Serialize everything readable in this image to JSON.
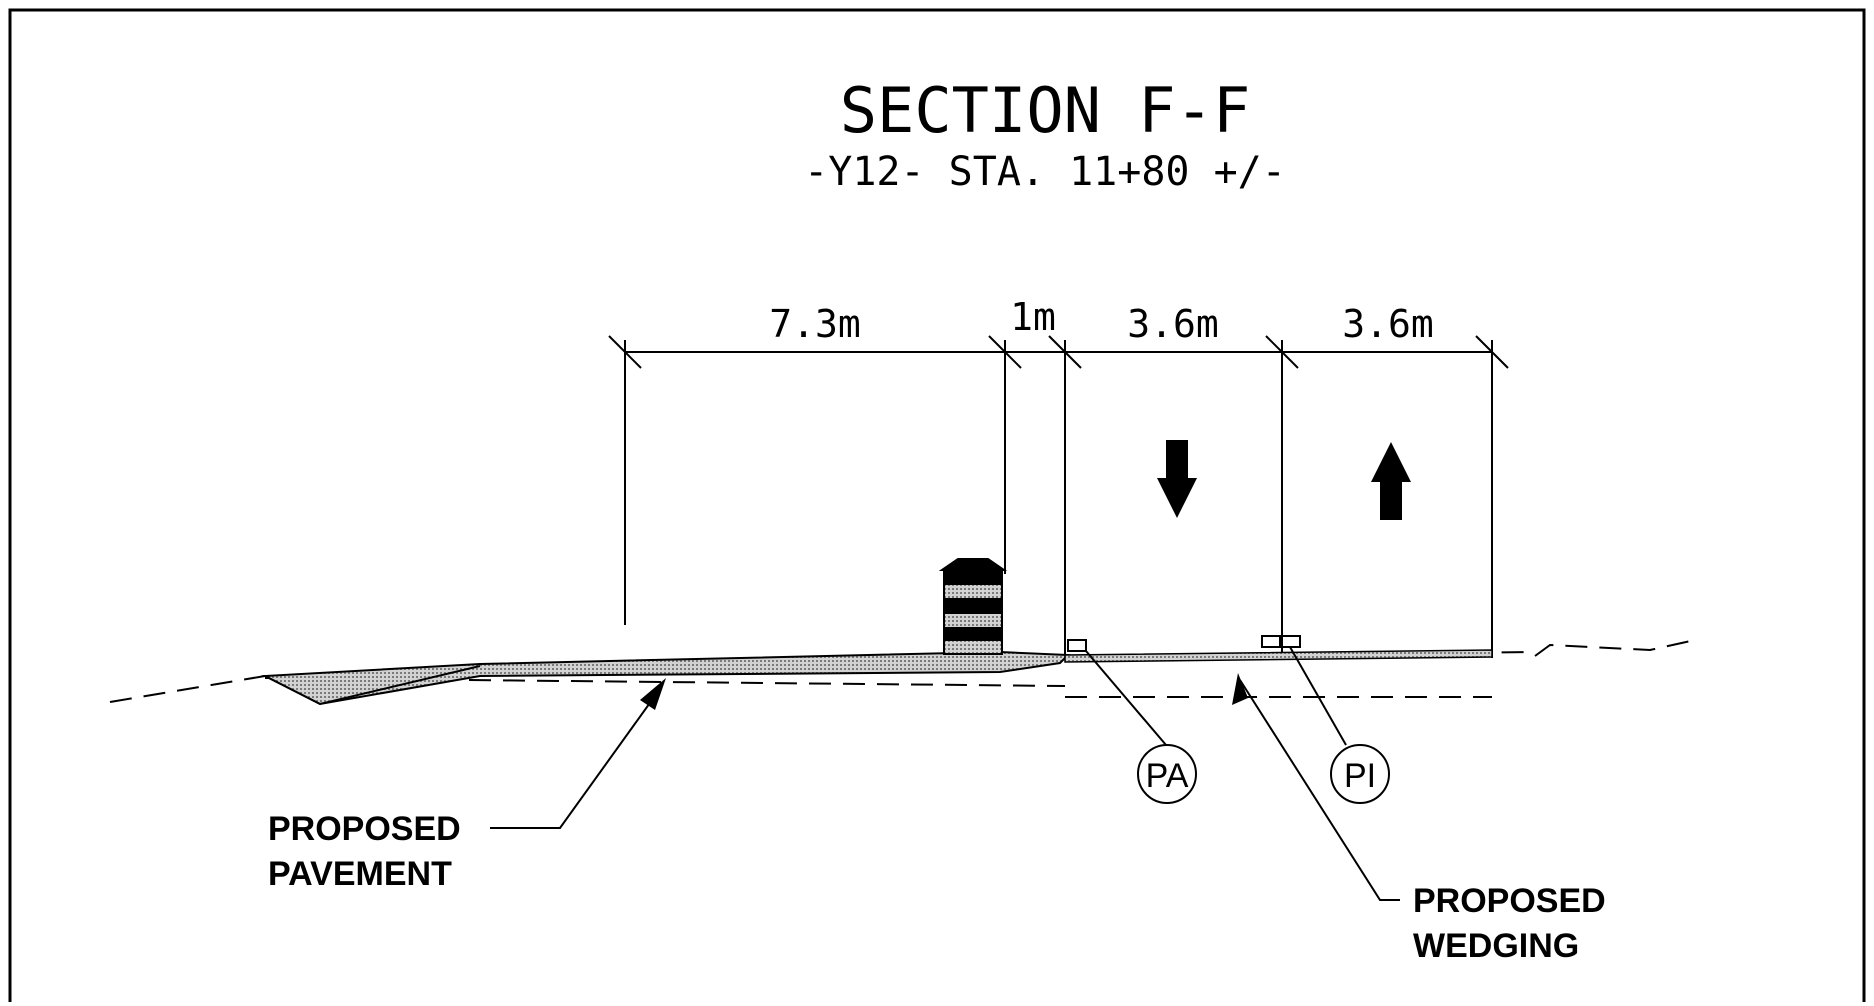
{
  "title": "SECTION F-F",
  "subtitle": "-Y12- STA. 11+80 +/-",
  "dimensions": {
    "d1": "7.3m",
    "d2": "1m",
    "d3": "3.6m",
    "d4": "3.6m"
  },
  "callouts": {
    "pa": "PA",
    "pi": "PI"
  },
  "notes": {
    "pavement": [
      "PROPOSED",
      "PAVEMENT"
    ],
    "wedging": [
      "PROPOSED",
      "WEDGING"
    ]
  },
  "lane_arrows": [
    "arrow-down-icon",
    "arrow-up-icon"
  ],
  "colors": {
    "ink": "#000000",
    "fill": "#b8b8b8"
  }
}
